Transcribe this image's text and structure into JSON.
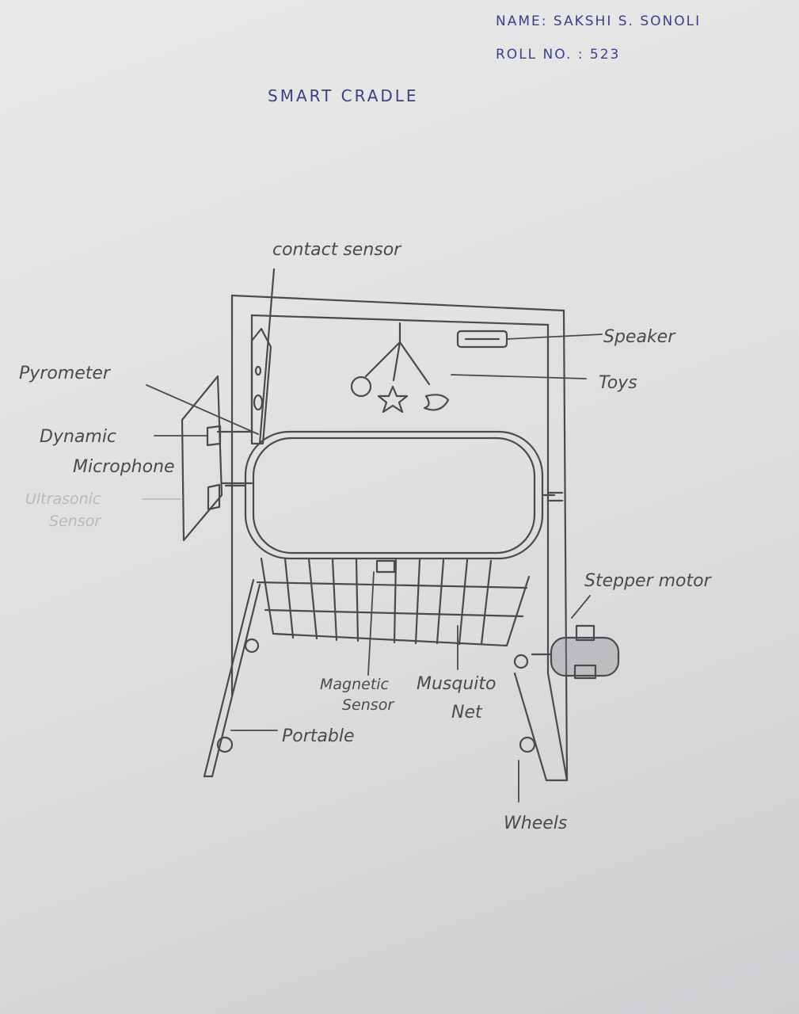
{
  "header": {
    "name_line": "NAME: SAKSHI S. SONOLI",
    "roll_line": "ROLL NO. : 523",
    "title": "SMART CRADLE"
  },
  "labels": {
    "contact_sensor": "contact sensor",
    "pyrometer": "Pyrometer",
    "dynamic": "Dynamic",
    "microphone": "Microphone",
    "ultrasonic": "Ultrasonic",
    "ultrasonic_sensor": "Sensor",
    "speaker": "Speaker",
    "toys": "Toys",
    "stepper_motor": "Stepper motor",
    "magnetic": "Magnetic",
    "magnetic_sensor": "Sensor",
    "musquito": "Musquito",
    "net": "Net",
    "portable": "Portable",
    "wheels": "Wheels"
  },
  "colors": {
    "paper": "#e2e2e4",
    "pencil": "#4a4a4c",
    "pen": "#3a3f8a",
    "faint": "#b8b8bc"
  }
}
